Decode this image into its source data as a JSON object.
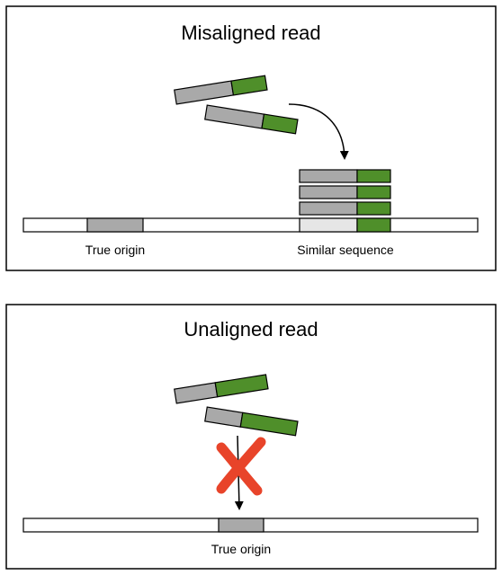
{
  "panel_top": {
    "title": "Misaligned read",
    "labels": {
      "true_origin": "True origin",
      "similar_sequence": "Similar sequence"
    }
  },
  "panel_bottom": {
    "title": "Unaligned read",
    "labels": {
      "true_origin": "True origin"
    }
  },
  "colors": {
    "read_gray": "#a9a9a9",
    "read_green": "#4f8f2a",
    "origin_gray": "#a9a9a9",
    "similar_light": "#e6e6e6",
    "cross_red": "#e8442a",
    "border": "#000000"
  }
}
